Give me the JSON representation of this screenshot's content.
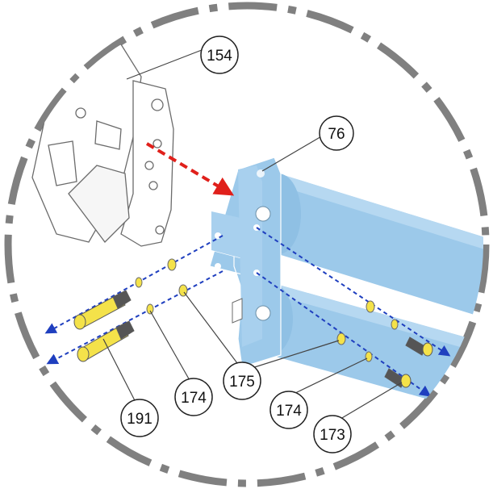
{
  "callouts": [
    {
      "id": "c154",
      "label": "154"
    },
    {
      "id": "c76",
      "label": "76"
    },
    {
      "id": "c191",
      "label": "191"
    },
    {
      "id": "c174a",
      "label": "174"
    },
    {
      "id": "c175",
      "label": "175"
    },
    {
      "id": "c174b",
      "label": "174"
    },
    {
      "id": "c173",
      "label": "173"
    }
  ],
  "colors": {
    "part_fill": "#9cc9ea",
    "part_shadow": "#7fb3d9",
    "assembly_arrow": "#e0201b",
    "fastener_arrow": "#1f3fbf",
    "fastener_fill": "#f4e24a",
    "ring_dash": "#808080"
  }
}
